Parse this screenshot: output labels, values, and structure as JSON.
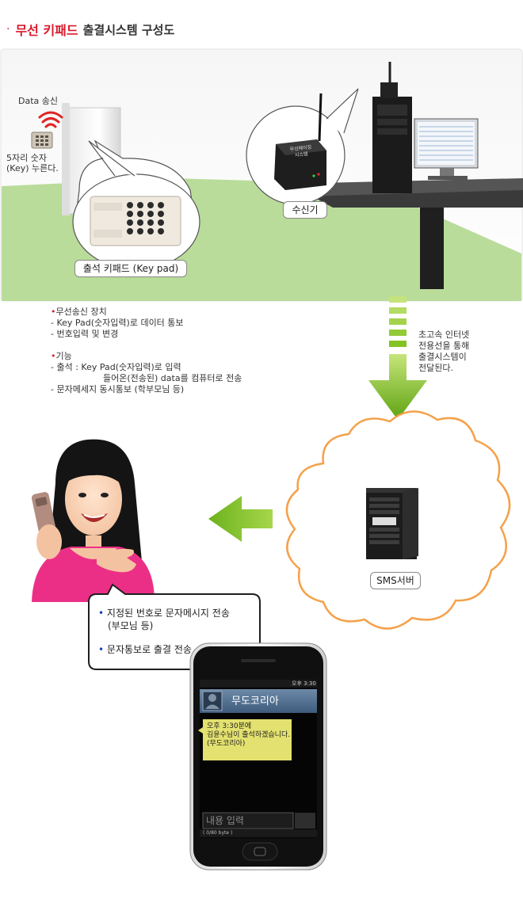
{
  "title": {
    "bullet": "·",
    "red": "무선 키패드",
    "black": "출결시스템 구성도"
  },
  "top": {
    "data_send": "Data 송신",
    "key_instruction_1": "5자리 숫자",
    "key_instruction_2": "(Key) 누른다.",
    "keypad_label": "출석 키패드 (Key pad)",
    "receiver_label": "수신기",
    "receiver_box_text_1": "무선페이징",
    "receiver_box_text_2": "시스템"
  },
  "features": {
    "group1_head": "무선송신 장치",
    "group1_lines": [
      "- Key Pad(숫자입력)로 데이터 통보",
      "- 번호입력 및 변경"
    ],
    "group2_head": "기능",
    "group2_lines": [
      "- 출석 : Key Pad(숫자입력)로 입력",
      "들어온(전송된) data를 컴퓨터로 전송",
      "- 문자메세지 동시통보 (학부모님 등)"
    ]
  },
  "arrow_note": [
    "초고속 인터넷",
    "전용선을 통해",
    "출결시스템이",
    "전달된다."
  ],
  "sms_server_label": "SMS서버",
  "bubble": {
    "items": [
      "지정된 번호로 문자메시지 전송",
      "(부모님 등)",
      "문자통보로 출결 전송"
    ]
  },
  "phone": {
    "status_time": "오후 3:30",
    "contact": "무도코리아",
    "message_lines": [
      "오후 3:30분에",
      "김윤수님이 출석하겠습니다.",
      "(무도코리아)"
    ],
    "input_placeholder": "내용 입력",
    "byte_counter": "( 0/80 byte )"
  },
  "colors": {
    "accent_red": "#d81b2c",
    "arrow_green": "#7fbf21",
    "cloud_orange": "#f5a14a",
    "floor_green": "#b9dc9a",
    "bullet_blue": "#1c3fbf"
  }
}
